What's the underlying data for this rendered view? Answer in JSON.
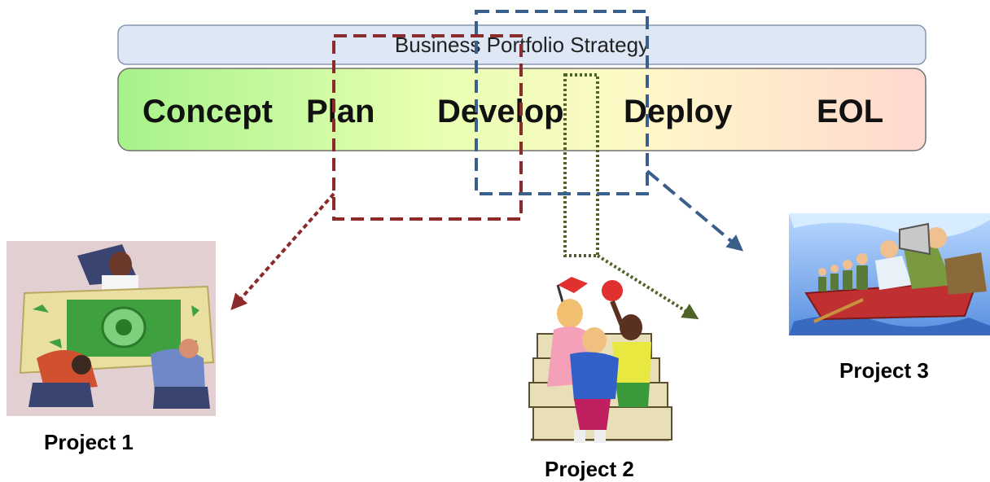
{
  "strategy_bar": {
    "label": "Business Portfolio Strategy",
    "fill": "#dde7f5",
    "stroke": "#8898b0"
  },
  "lifecycle": {
    "phases": [
      "Concept",
      "Plan",
      "Develop",
      "Deploy",
      "EOL"
    ],
    "gradient": [
      "#a6f28a",
      "#e6ffb0",
      "#fff8c8",
      "#ffd8d0"
    ]
  },
  "projects": [
    {
      "label": "Project 1",
      "color": "#8b2b2b",
      "line_style": "dashed",
      "illustration": "team-puzzle-money-table"
    },
    {
      "label": "Project 2",
      "color": "#4f6228",
      "line_style": "dotted",
      "illustration": "cheering-kids-on-bleachers"
    },
    {
      "label": "Project 3",
      "color": "#3a5f8a",
      "line_style": "dashed",
      "illustration": "rowing-boat-with-megaphone"
    }
  ]
}
